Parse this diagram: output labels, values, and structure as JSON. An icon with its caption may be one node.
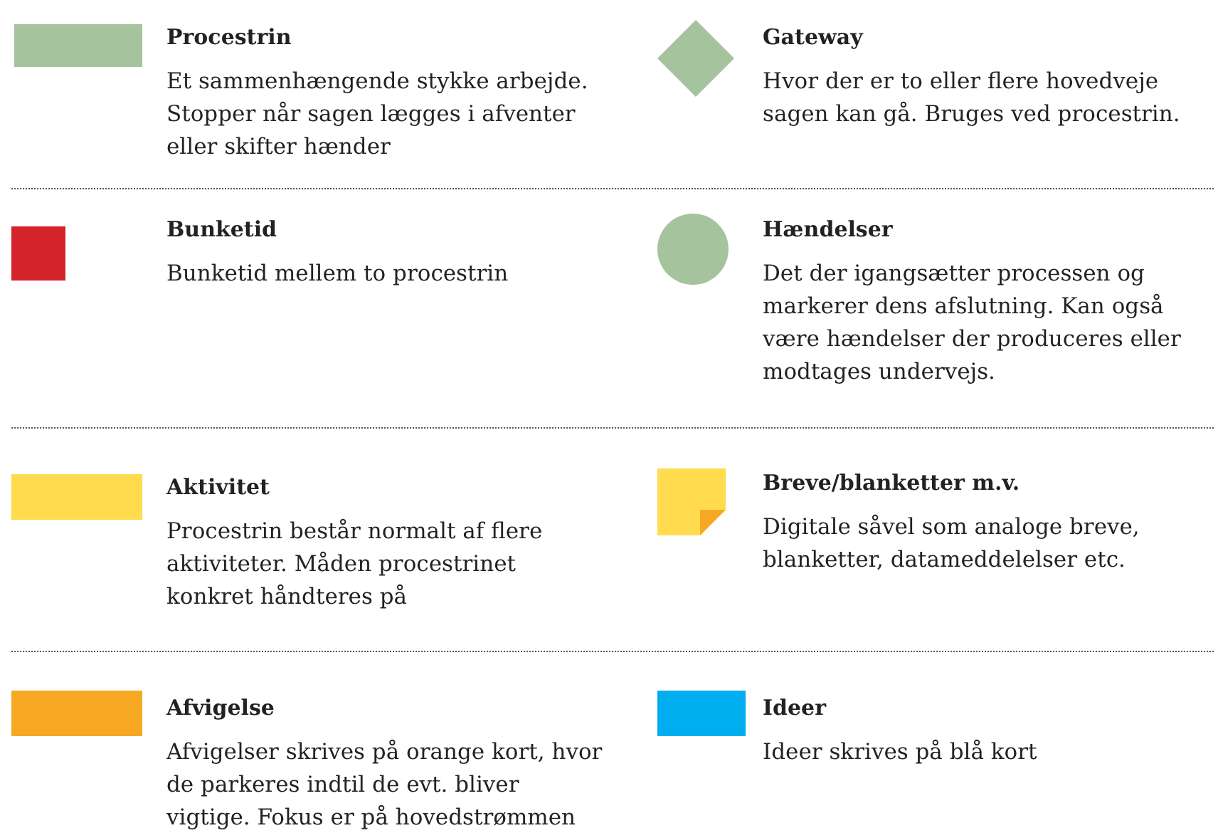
{
  "diagram": {
    "legend": [
      {
        "text": "Procestrin",
        "color": "#a5c49d"
      },
      {
        "text": "Gateway",
        "color": "#a5c49d"
      },
      {
        "text": "Bunketid",
        "color": "#d3232b"
      },
      {
        "text": "Hændelser",
        "color": "#a5c49d"
      },
      {
        "text": "Aktivitet",
        "color": "#ffdb4d"
      },
      {
        "text": "Breve/blanketter m.v.",
        "color": "#ffdb4d"
      },
      {
        "text": "Afvigelse",
        "color": "#f7a823"
      },
      {
        "text": "Ideer",
        "color": "#00aeef"
      }
    ],
    "labels": [
      "Et sammenhængende stykke arbejde. Stopper når sagen lægges i afventer eller skifter hænder",
      "Hvor der er to eller flere hovedveje sagen kan gå. Bruges ved procestrin.",
      "Bunketid mellem to procestrin",
      "Det der igangsætter processen og markerer dens afslutning. Kan også være hændelser der produceres eller modtages undervejs.",
      "Procestrin består normalt af flere aktiviteter. Måden procestrinet konkret håndteres på",
      "Digitale såvel som analoge breve, blanketter, datameddelelser etc.",
      "Afvigelser skrives på orange kort, hvor de parkeres indtil de evt. bliver vigtige. Fokus er på hovedstrømmen",
      "Ideer skrives på blå kort"
    ]
  }
}
